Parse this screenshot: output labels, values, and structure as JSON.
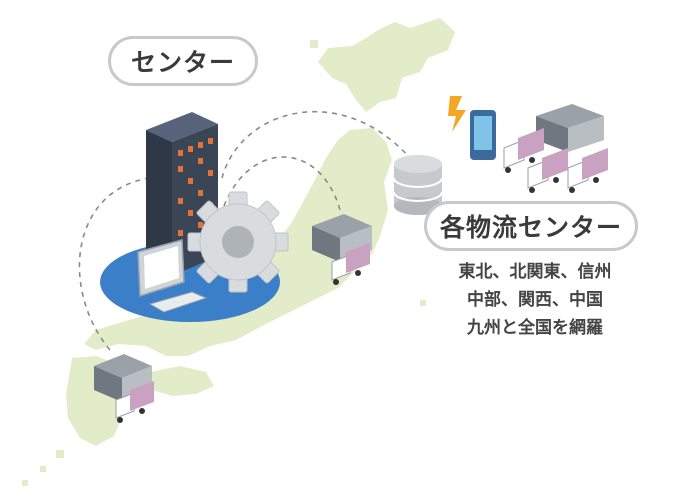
{
  "center_label": "センター",
  "logistics_label": "各物流センター",
  "regions": [
    "東北、北関東、信州",
    "中部、関西、中国",
    "九州と全国を網羅"
  ],
  "colors": {
    "map": "#e3ecc8",
    "accent_blue": "#3b7fc8",
    "building": "#3a4556",
    "lightning": "#f5a623",
    "dashed_line": "#8a8a8a",
    "truck_cargo": "#c9a2c2",
    "pill_border": "#c9c9c9"
  }
}
